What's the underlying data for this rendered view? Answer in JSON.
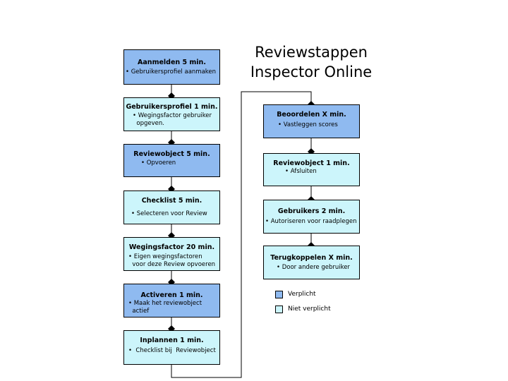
{
  "title": {
    "line1": "Reviewstappen",
    "line2": "Inspector Online"
  },
  "colors": {
    "verplicht": "#8fbaf0",
    "niet_verplicht": "#ccf5fb",
    "line": "#000000"
  },
  "steps_left": [
    {
      "title": "Aanmelden 5 min.",
      "desc": "• Gebruikersprofiel aanmaken",
      "required": true
    },
    {
      "title": "Gebruikersprofiel 1 min.",
      "desc": "• Wegingsfactor gebruiker\n  opgeven.",
      "required": false
    },
    {
      "title": "Reviewobject 5 min.",
      "desc": "• Opvoeren",
      "required": true
    },
    {
      "title": "Checklist 5 min.",
      "desc": "• Selecteren voor Review",
      "required": false
    },
    {
      "title": "Wegingsfactor 20 min.",
      "desc": "• Eigen wegingsfactoren\n  voor deze Review opvoeren",
      "required": false
    },
    {
      "title": "Activeren 1 min.",
      "desc": "• Maak het reviewobject\n  actief",
      "required": true
    },
    {
      "title": "Inplannen 1 min.",
      "desc": "•  Checklist bij  Reviewobject",
      "required": false
    }
  ],
  "steps_right": [
    {
      "title": "Beoordelen X min.",
      "desc": "• Vastleggen scores",
      "required": true
    },
    {
      "title": "Reviewobject 1 min.",
      "desc": "• Afsluiten",
      "required": false
    },
    {
      "title": "Gebruikers 2 min.",
      "desc": "• Autoriseren voor raadplegen",
      "required": false
    },
    {
      "title": "Terugkoppelen X min.",
      "desc": "• Door andere gebruiker",
      "required": false
    }
  ],
  "legend": [
    {
      "label": "Verplicht",
      "kind": "verplicht"
    },
    {
      "label": "Niet verplicht",
      "kind": "niet_verplicht"
    }
  ]
}
